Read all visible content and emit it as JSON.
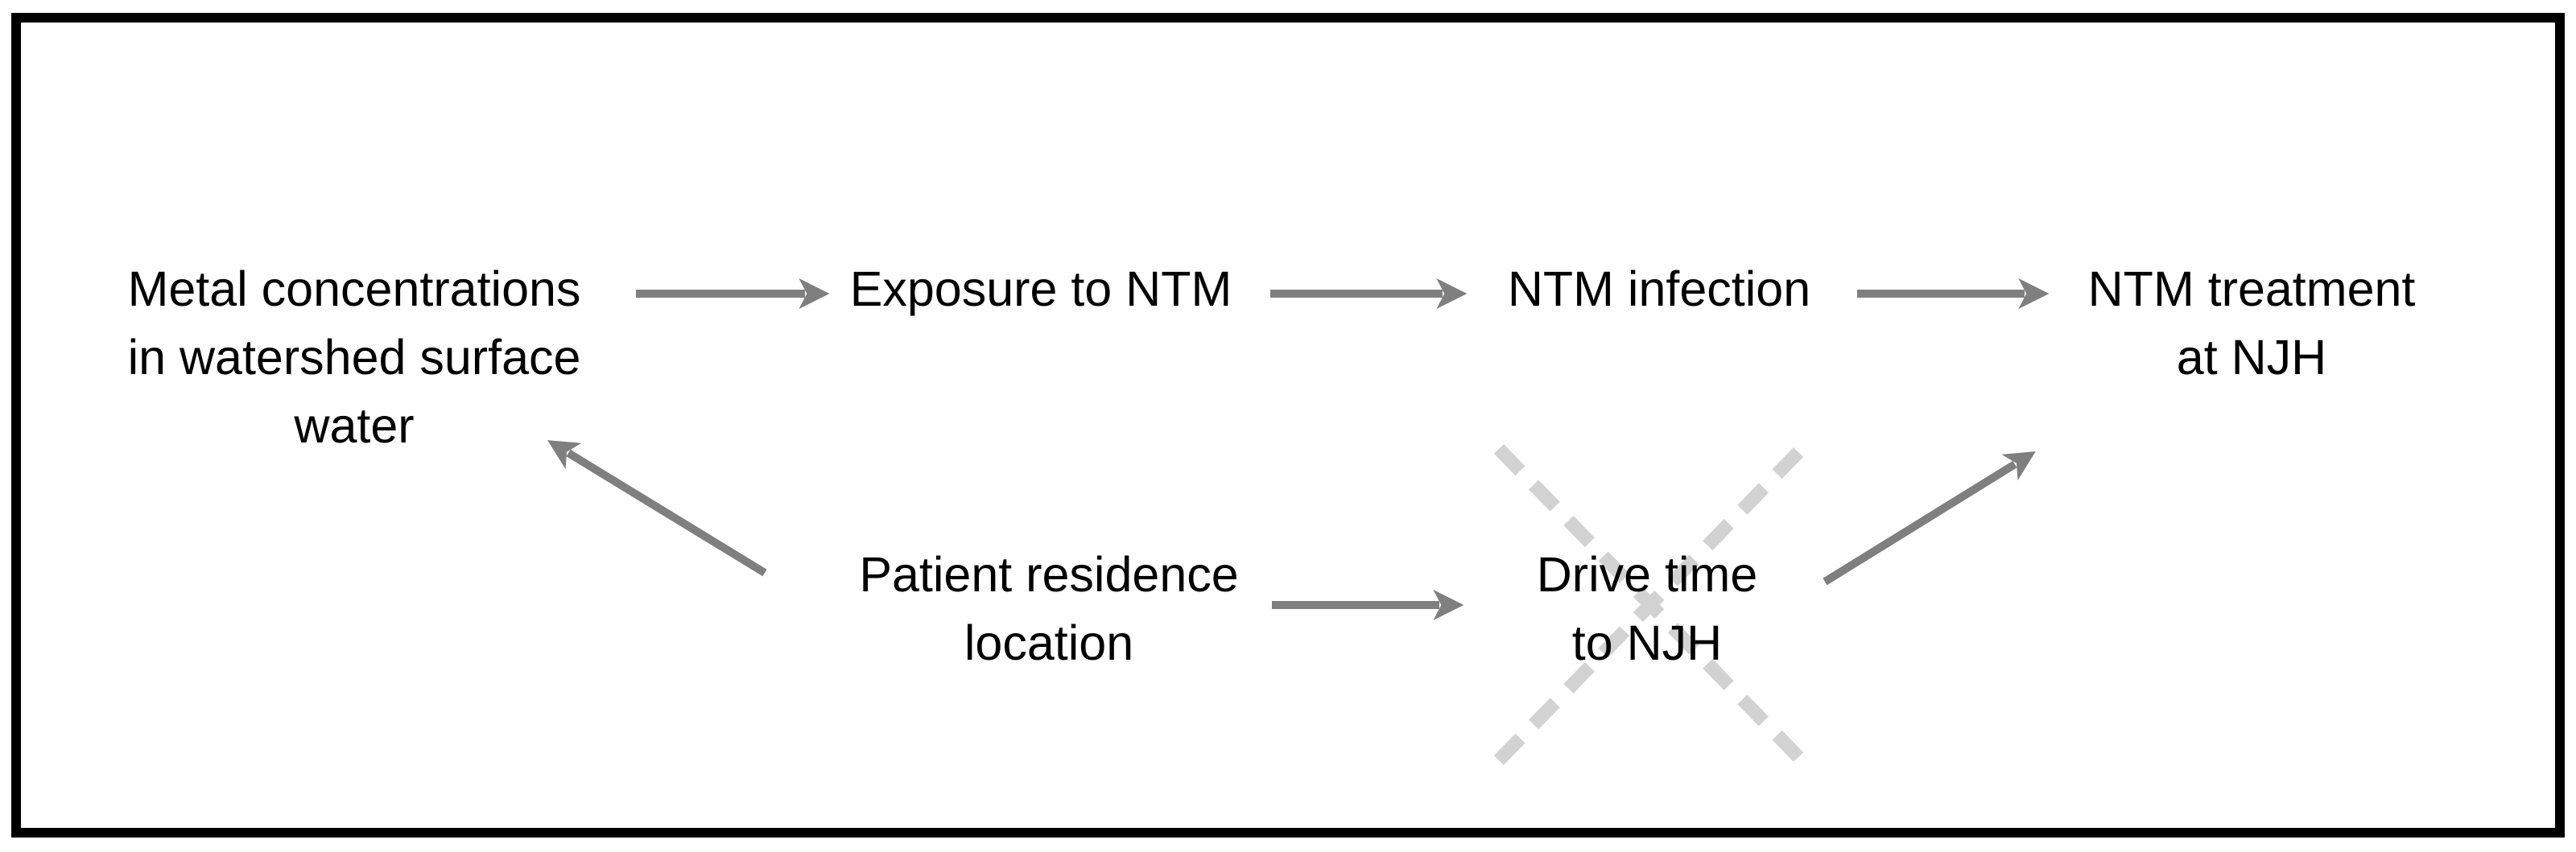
{
  "figure": {
    "kind": "causal-pathway-diagram",
    "background": "#ffffff",
    "border_color": "#000000"
  },
  "colors": {
    "arrow": "#7f7f7f",
    "cross_out": "#d2d2d2",
    "text": "#000000"
  },
  "nodes": {
    "metal": {
      "lines": [
        "Metal concentrations",
        "in watershed surface",
        "water"
      ]
    },
    "exposure": {
      "label": "Exposure to NTM"
    },
    "infection": {
      "label": "NTM infection"
    },
    "treatment": {
      "lines": [
        "NTM treatment",
        "at NJH"
      ]
    },
    "residence": {
      "lines": [
        "Patient residence",
        "location"
      ]
    },
    "drivetime": {
      "lines": [
        "Drive time",
        "to NJH"
      ],
      "crossed_out": true
    }
  },
  "edges": [
    {
      "from": "metal",
      "to": "exposure",
      "style": "solid-arrow"
    },
    {
      "from": "exposure",
      "to": "infection",
      "style": "solid-arrow"
    },
    {
      "from": "infection",
      "to": "treatment",
      "style": "solid-arrow"
    },
    {
      "from": "residence",
      "to": "metal",
      "style": "solid-arrow"
    },
    {
      "from": "residence",
      "to": "drivetime",
      "style": "solid-arrow"
    },
    {
      "from": "drivetime",
      "to": "treatment",
      "style": "solid-arrow"
    },
    {
      "on": "drivetime",
      "style": "dashed-cross-out"
    }
  ]
}
